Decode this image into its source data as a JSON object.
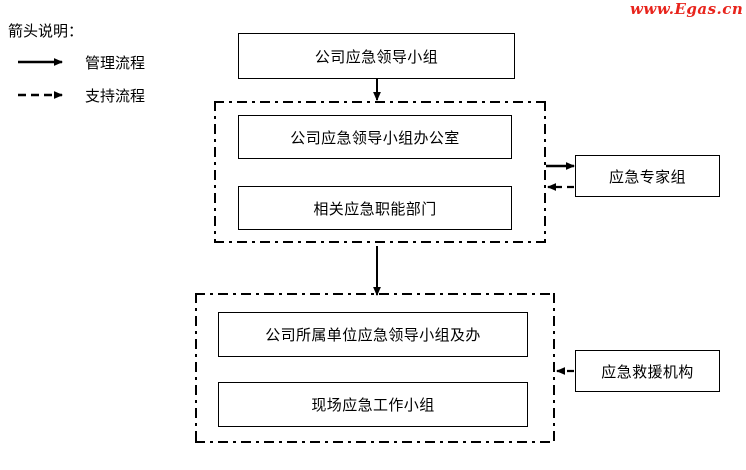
{
  "watermark": {
    "text": "www.Egas.cn",
    "color": "#e8241c"
  },
  "legend": {
    "title": "箭头说明：",
    "items": [
      {
        "label": "管理流程",
        "line": "solid",
        "icon": "solid-arrow-icon"
      },
      {
        "label": "支持流程",
        "line": "dashed",
        "icon": "dashed-arrow-icon"
      }
    ]
  },
  "nodes": {
    "top": "公司应急领导小组",
    "group_upper": {
      "boxes": [
        "公司应急领导小组办公室",
        "相关应急职能部门"
      ]
    },
    "group_lower": {
      "boxes": [
        "公司所属单位应急领导小组及办",
        "现场应急工作小组"
      ]
    },
    "right_upper": "应急专家组",
    "right_lower": "应急救援机构"
  },
  "connections": [
    {
      "from": "公司应急领导小组",
      "to": "公司应急领导小组办公室",
      "style": "solid",
      "direction": "down"
    },
    {
      "from": "公司应急领导小组办公室",
      "to": "公司所属单位应急领导小组及办",
      "style": "solid",
      "direction": "down"
    },
    {
      "from": "group_upper",
      "to": "应急专家组",
      "style": "solid",
      "direction": "right"
    },
    {
      "from": "应急专家组",
      "to": "group_upper",
      "style": "dashed",
      "direction": "left"
    },
    {
      "from": "应急救援机构",
      "to": "group_lower",
      "style": "dashed",
      "direction": "left"
    }
  ],
  "colors": {
    "line": "#000000",
    "box_border": "#000000",
    "background": "#ffffff"
  }
}
